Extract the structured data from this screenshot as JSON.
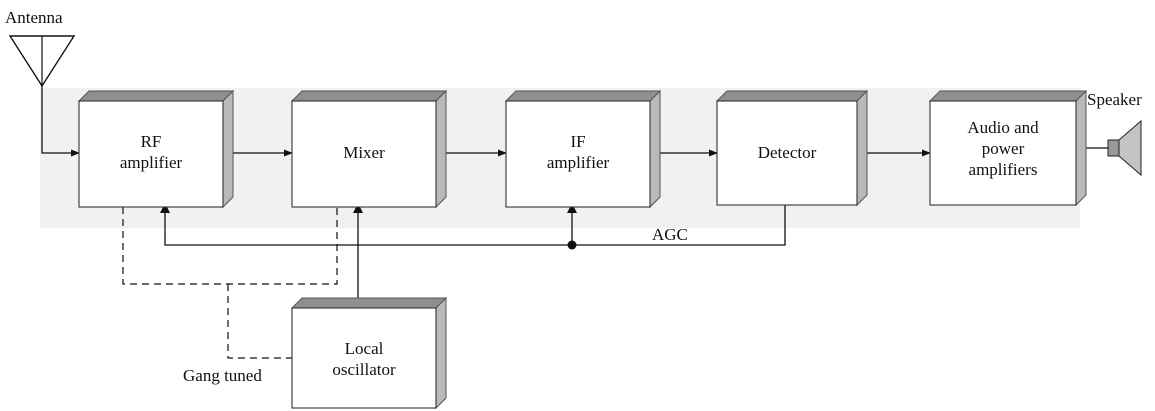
{
  "blocks": {
    "rf": [
      "RF",
      "amplifier"
    ],
    "mixer": [
      "Mixer"
    ],
    "if": [
      "IF",
      "amplifier"
    ],
    "detector": [
      "Detector"
    ],
    "audio": [
      "Audio and",
      "power",
      "amplifiers"
    ],
    "osc": [
      "Local",
      "oscillator"
    ]
  },
  "labels": {
    "antenna": "Antenna",
    "speaker": "Speaker",
    "agc": "AGC",
    "gang": "Gang tuned"
  }
}
